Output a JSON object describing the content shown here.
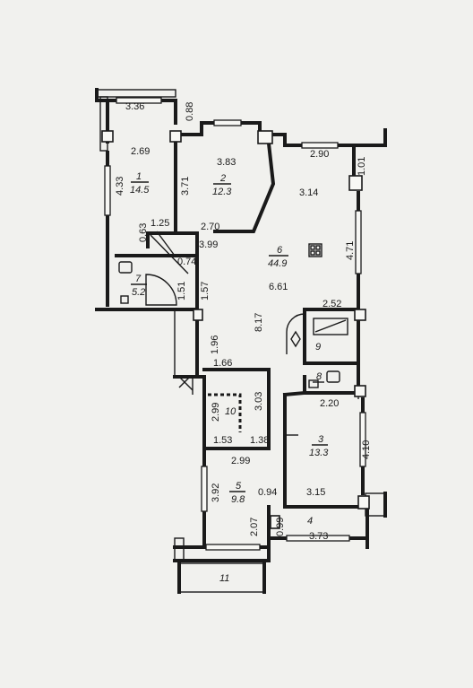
{
  "dimensions": {
    "d336": "3.36",
    "d088": "0.88",
    "d269": "2.69",
    "d433": "4.33",
    "d371": "3.71",
    "d383": "3.83",
    "d290": "2.90",
    "d101": "1.01",
    "d314": "3.14",
    "d471": "4.71",
    "d125": "1.25",
    "d270": "2.70",
    "d063": "0.63",
    "d399": "3.99",
    "d074": "0.74",
    "d151": "1.51",
    "d157": "1.57",
    "d661": "6.61",
    "d252": "2.52",
    "d817": "8.17",
    "d196": "1.96",
    "d166": "1.66",
    "d220": "2.20",
    "d299a": "2.99",
    "d303": "3.03",
    "d153": "1.53",
    "d138": "1.38",
    "d410": "4.10",
    "d299b": "2.99",
    "d392": "3.92",
    "d094": "0.94",
    "d315": "3.15",
    "d207": "2.07",
    "d099": "0.99",
    "d373": "3.73"
  },
  "rooms": {
    "r1_num": "1",
    "r1_area": "14.5",
    "r2_num": "2",
    "r2_area": "12.3",
    "r3_num": "3",
    "r3_area": "13.3",
    "r4_num": "4",
    "r5_num": "5",
    "r5_area": "9.8",
    "r6_num": "6",
    "r6_area": "44.9",
    "r7_num": "7",
    "r7_area": "5.2",
    "r8_num": "8",
    "r9_num": "9",
    "r10_num": "10",
    "r11_num": "11"
  }
}
